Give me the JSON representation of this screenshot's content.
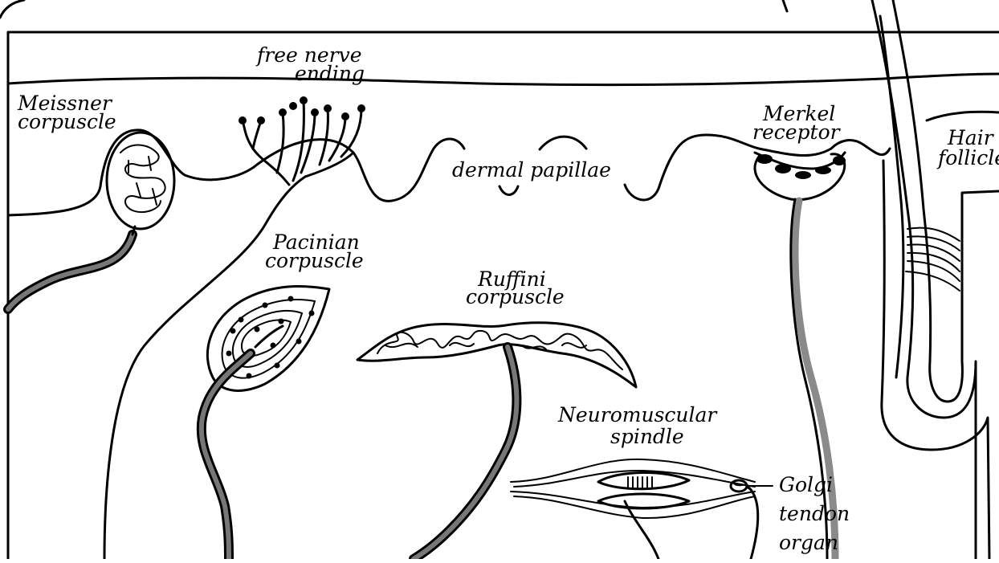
{
  "labels": {
    "free_nerve_ending": [
      "free nerve",
      "ending"
    ],
    "meissner": [
      "Meissner",
      "corpuscle"
    ],
    "merkel": [
      "Merkel",
      "receptor"
    ],
    "hair_follicle": [
      "Hair",
      "follicle"
    ],
    "dermal_papillae": "dermal  papillae",
    "pacinian": [
      "Pacinian",
      "corpuscle"
    ],
    "ruffini": [
      "Ruffini",
      "corpuscle"
    ],
    "spindle": [
      "Neuromuscular",
      "spindle"
    ],
    "golgi": [
      "Golgi",
      "tendon",
      "organ"
    ]
  }
}
